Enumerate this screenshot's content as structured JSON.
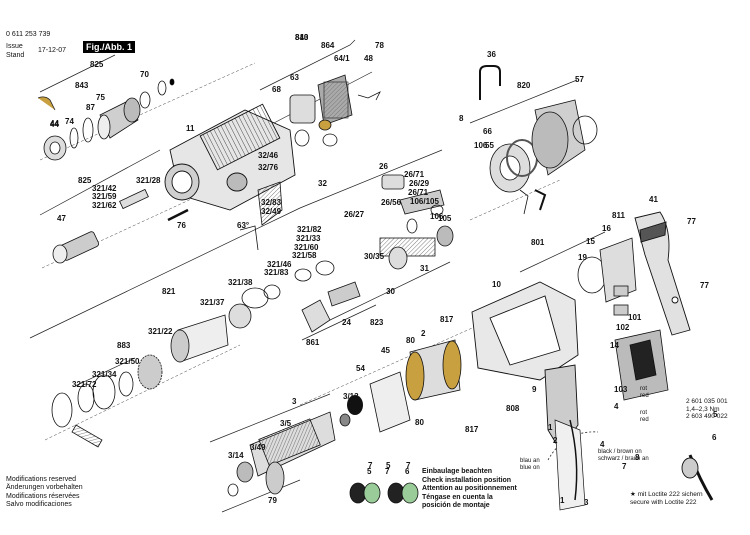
{
  "header": {
    "doc_number": "0 611 253 739",
    "issue_label": "Issue\nStand",
    "issue_date": "17-12-07",
    "figure_label": "Fig./Abb. 1"
  },
  "callouts": [
    "840",
    "864",
    "64/1",
    "48",
    "78",
    "825",
    "843",
    "70",
    "75",
    "87",
    "74",
    "44",
    "44",
    "68",
    "63",
    "11",
    "32/46",
    "32/76",
    "32",
    "825",
    "321/28",
    "321/42",
    "321/59",
    "321/62",
    "47",
    "76",
    "63°",
    "32/83",
    "32/49",
    "36",
    "820",
    "57",
    "66",
    "55",
    "106",
    "8",
    "26",
    "26/71",
    "26/29",
    "26/71",
    "26/56",
    "26/27",
    "106/105",
    "106",
    "105",
    "321/82",
    "321/33",
    "321/60",
    "321/58",
    "321/46",
    "321/83",
    "321/38",
    "30/35",
    "31",
    "30",
    "821",
    "321/37",
    "321/22",
    "883",
    "321/50",
    "321/34",
    "321/72",
    "861",
    "24",
    "823",
    "817",
    "2",
    "80",
    "45",
    "10",
    "54",
    "3",
    "3/13",
    "3/5",
    "3/49",
    "3/14",
    "79",
    "80",
    "817",
    "808",
    "9",
    "801",
    "19",
    "15",
    "16",
    "811",
    "41",
    "77",
    "77",
    "101",
    "102",
    "14",
    "103",
    "6",
    "5",
    "4",
    "7",
    "5",
    "7",
    "5",
    "7",
    "6",
    "7",
    "1",
    "2",
    "4",
    "8",
    "1",
    "3",
    "813"
  ],
  "cable_labels": {
    "blue_on": "blau an\nblue on",
    "black_brown": "black / brown on\nschwarz / braun an",
    "wire_red_1": "rot\nred",
    "wire_red_2": "rot\nred"
  },
  "part_numbers": "2 601 035 001\n1,4–2,3 Nm\n2 603 490 022",
  "footer_notes": "Modifications reserved\nÄnderungen vorbehalten\nModifications réservées\nSalvo modificaciones",
  "install_instructions": "Einbaulage beachten\nCheck installation position\nAttention au positionnement\nTéngase en cuenta la\nposición de montaje",
  "loctite_note": "★ mit Loctite 222 sichern\nsecure with Loctite 222"
}
